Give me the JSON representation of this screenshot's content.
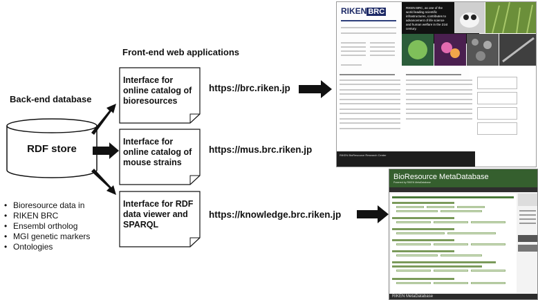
{
  "headings": {
    "backend": "Back-end database",
    "frontend": "Front-end web applications"
  },
  "database": {
    "label": "RDF store",
    "contents": [
      "Bioresource data in",
      "RIKEN BRC",
      "Ensembl ortholog",
      "MGI genetic markers",
      "Ontologies"
    ]
  },
  "interfaces": [
    {
      "text": "Interface for online catalog of bioresources",
      "url": "https://brc.riken.jp"
    },
    {
      "text": "Interface for online catalog of mouse strains",
      "url": "https://mus.brc.riken.jp"
    },
    {
      "text": "Interface for RDF data viewer and SPARQL",
      "url": "https://knowledge.brc.riken.jp"
    }
  ],
  "screenshot_brc": {
    "logo_prefix": "RIKEN",
    "logo_suffix": "BRC",
    "intro": "RIKEN BRC, as one of the world leading scientific infrastructures, contributes to advancement of life science and human welfare in the 21st century.",
    "footer": "RIKEN BioResource Research Center"
  },
  "screenshot_knowledge": {
    "title": "BioResource MetaDatabase",
    "subtitle": "Powered by RIKEN MetaDatabase",
    "footer": "RIKEN MetaDatabase"
  },
  "colors": {
    "brc_navy": "#1d2a66",
    "meta_green": "#355f2e"
  }
}
